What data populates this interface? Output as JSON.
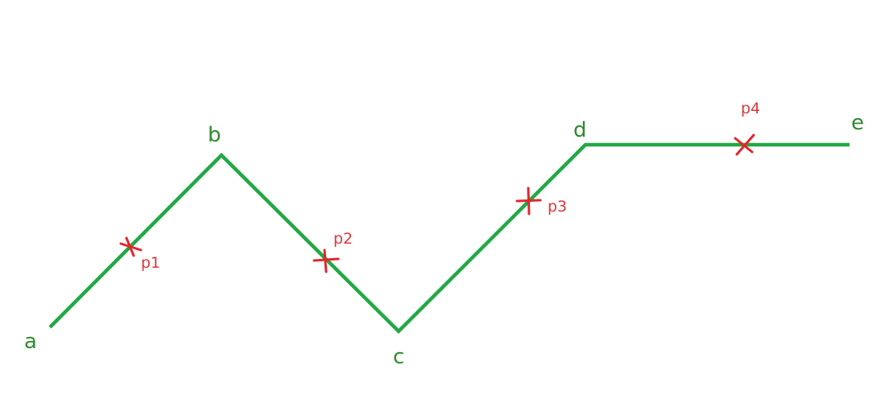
{
  "colors": {
    "polyline": "#22a845",
    "vertex_text": "#2f8a2f",
    "marker": "#e5262b",
    "point_text": "#e0353a"
  },
  "vertices": [
    {
      "label": "a"
    },
    {
      "label": "b"
    },
    {
      "label": "c"
    },
    {
      "label": "d"
    },
    {
      "label": "e"
    }
  ],
  "points": [
    {
      "label": "p1"
    },
    {
      "label": "p2"
    },
    {
      "label": "p3"
    },
    {
      "label": "p4"
    }
  ]
}
